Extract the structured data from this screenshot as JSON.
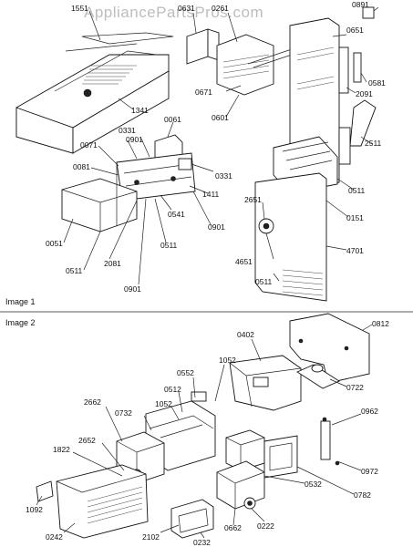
{
  "watermark": "AppliancePartsPros.com",
  "image1": {
    "caption": "Image 1",
    "labels": [
      "1551",
      "0631",
      "0261",
      "0891",
      "0651",
      "0581",
      "2091",
      "0671",
      "0601",
      "1341",
      "0061",
      "0331",
      "0901",
      "0071",
      "0081",
      "0331",
      "1411",
      "0541",
      "0901",
      "0511",
      "0051",
      "0511",
      "2081",
      "0901",
      "2511",
      "0511",
      "0151",
      "2651",
      "4651",
      "4701",
      "0511"
    ]
  },
  "image2": {
    "caption": "Image 2",
    "labels": [
      "0812",
      "0402",
      "1052",
      "0552",
      "0722",
      "2662",
      "0512",
      "1052",
      "0732",
      "0962",
      "2652",
      "1822",
      "0972",
      "0532",
      "0782",
      "1092",
      "0242",
      "0222",
      "0662",
      "2102",
      "0232"
    ]
  }
}
